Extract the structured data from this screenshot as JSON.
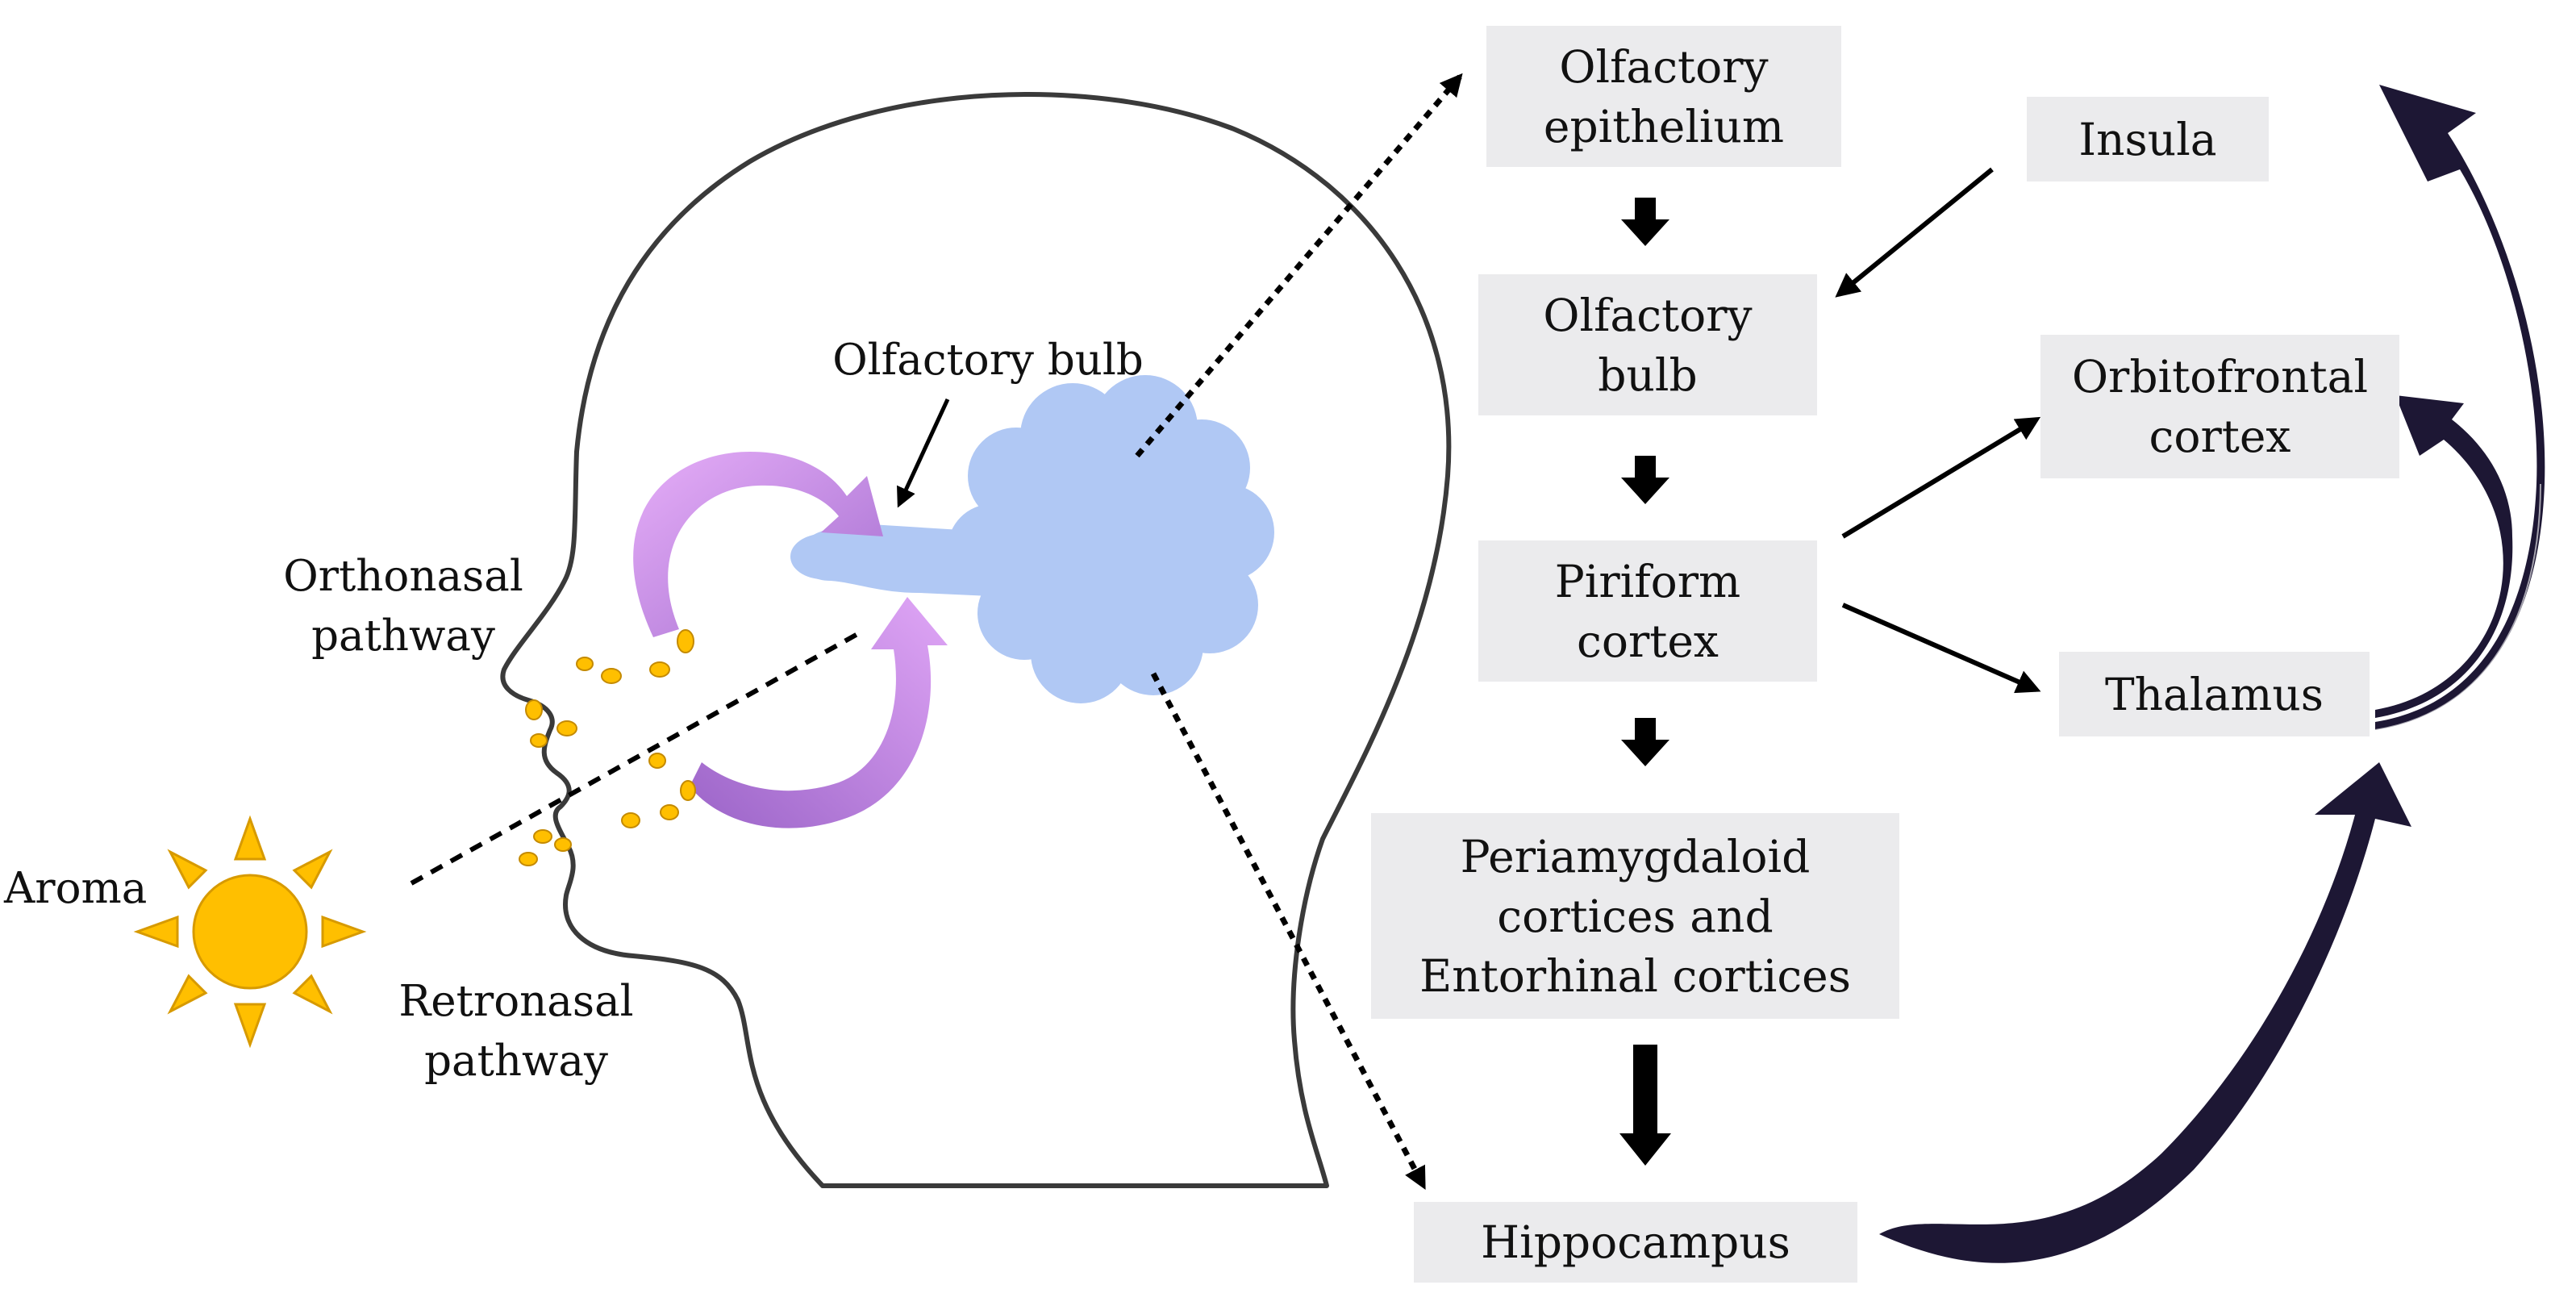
{
  "boxes": {
    "olfactory_epithelium": "Olfactory\nepithelium",
    "olfactory_bulb": "Olfactory\nbulb",
    "piriform_cortex": "Piriform\ncortex",
    "periamygdaloid": "Periamygdaloid\ncortices and\nEntorhinal cortices",
    "hippocampus": "Hippocampus",
    "insula": "Insula",
    "orbitofrontal": "Orbitofrontal\ncortex",
    "thalamus": "Thalamus"
  },
  "labels": {
    "olfactory_bulb": "Olfactory bulb",
    "orthonasal": "Orthonasal\npathway",
    "retronasal": "Retronasal\npathway",
    "aroma": "Aroma"
  },
  "colors": {
    "box_fill": "#ebebed",
    "bulb_blue": "#b0c8f4",
    "pathway_purple": "#d79af0",
    "sun_yellow": "#ffbf00",
    "curved_arrow_navy": "#1d1734"
  }
}
